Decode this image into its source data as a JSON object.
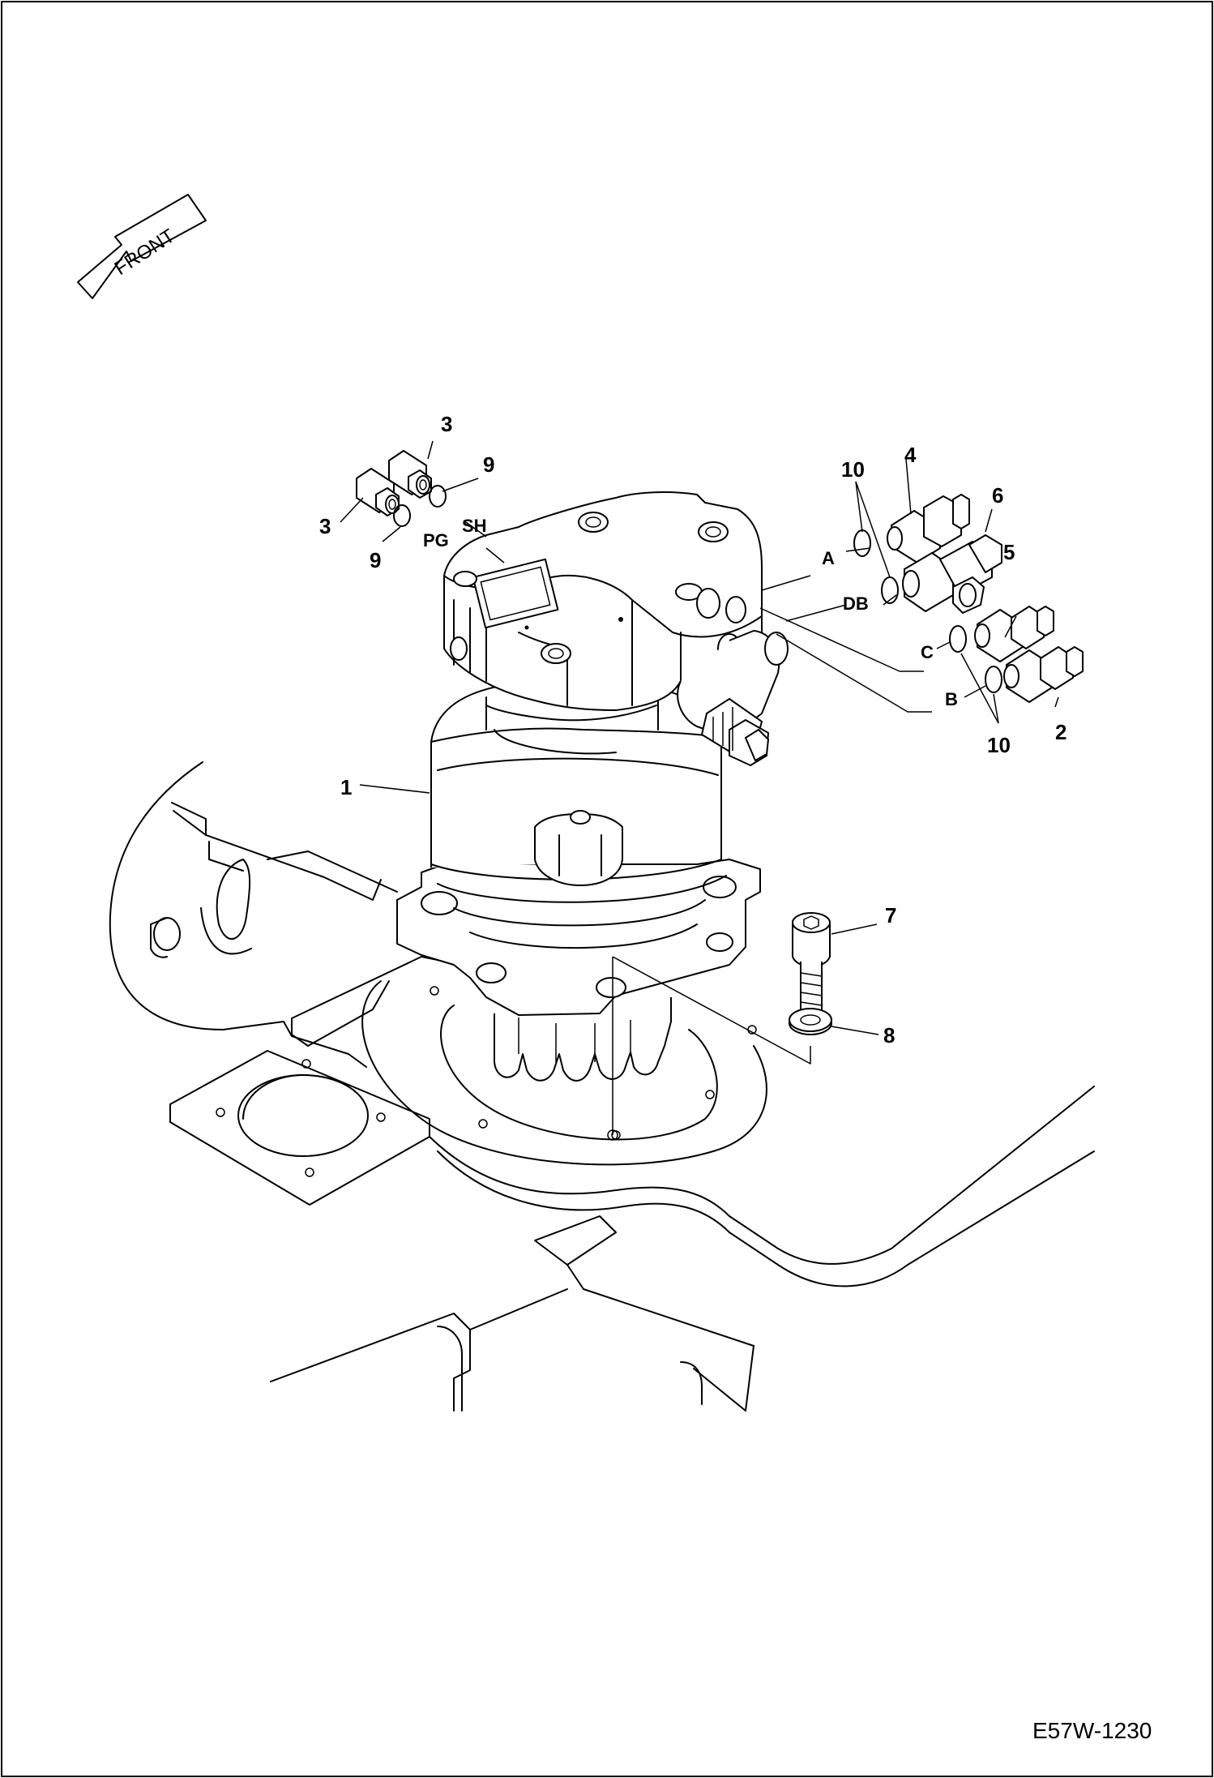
{
  "drawing": {
    "front_arrow": "FRONT",
    "drawing_code": "E57W-1230",
    "callouts": {
      "c1": "1",
      "c2": "2",
      "c3a": "3",
      "c3b": "3",
      "c4": "4",
      "c5": "5",
      "c6": "6",
      "c7": "7",
      "c8": "8",
      "c9a": "9",
      "c9b": "9",
      "c10a": "10",
      "c10b": "10"
    },
    "ports": {
      "pg": "PG",
      "sh": "SH",
      "a": "A",
      "db": "DB",
      "c": "C",
      "b": "B"
    }
  }
}
